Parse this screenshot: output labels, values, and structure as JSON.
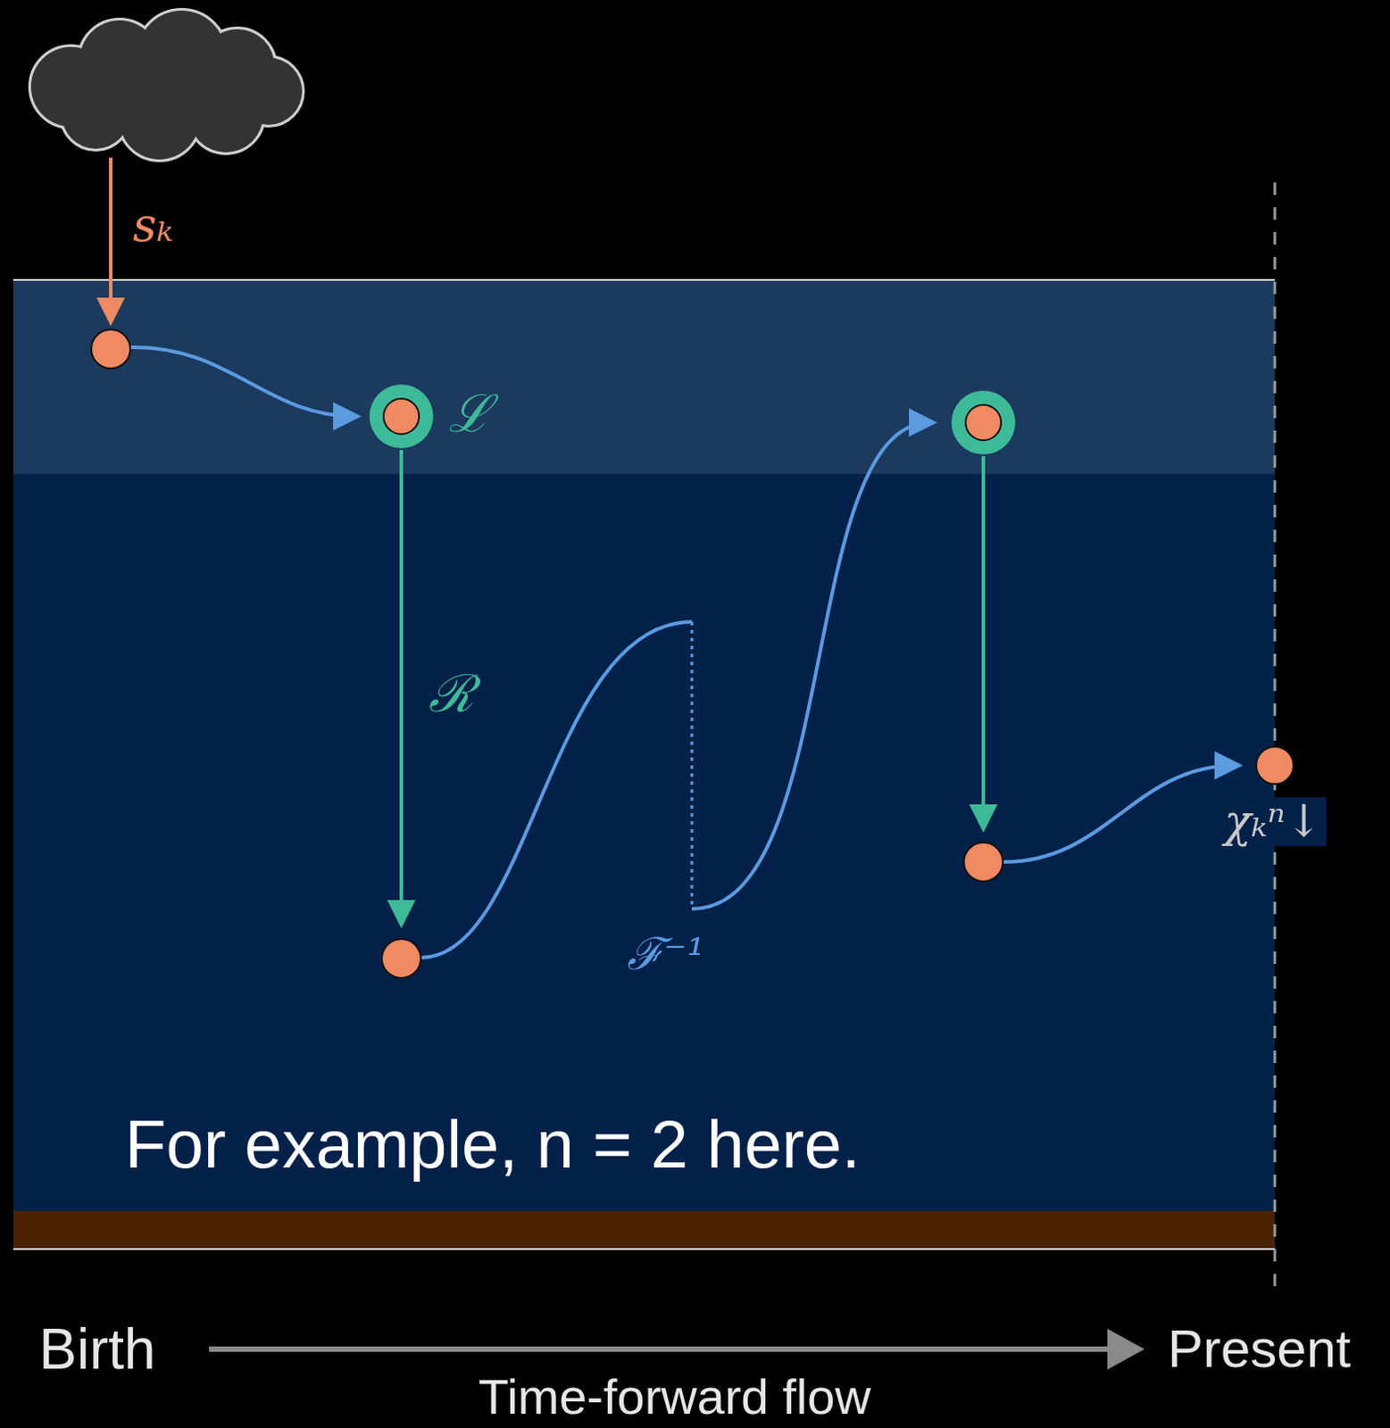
{
  "diagram": {
    "labels": [
      "sₖ",
      "ℒ",
      "ℛ",
      "ℱ⁻¹",
      "χₖⁿ↓",
      "For example, n = 2 here.",
      "Birth",
      "Present",
      "Time-forward flow"
    ]
  }
}
